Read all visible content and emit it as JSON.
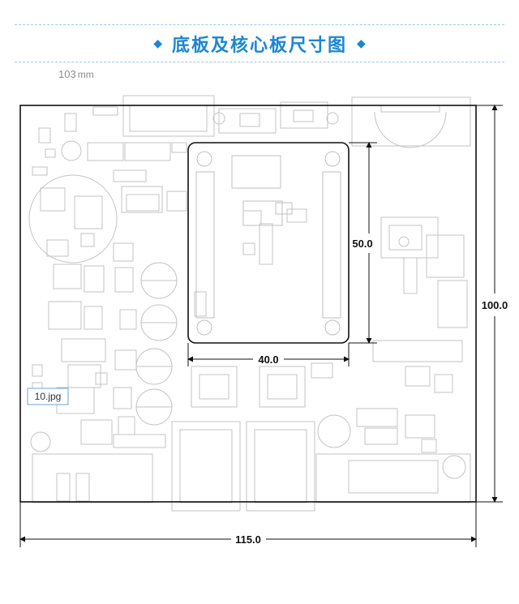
{
  "header": {
    "title": "底板及核心板尺寸图",
    "bullet_glyph": "◆"
  },
  "board": {
    "size_value": "103",
    "size_unit": "mm"
  },
  "dimensions": {
    "baseboard_width": "115.0",
    "baseboard_height": "100.0",
    "core_width": "40.0",
    "core_height": "50.0"
  },
  "image_label": "10.jpg",
  "colors": {
    "title": "#1b86d6",
    "dashed_rule": "#9cc9ee",
    "dimension_line": "#111111",
    "silkscreen": "#c3c3c3"
  }
}
